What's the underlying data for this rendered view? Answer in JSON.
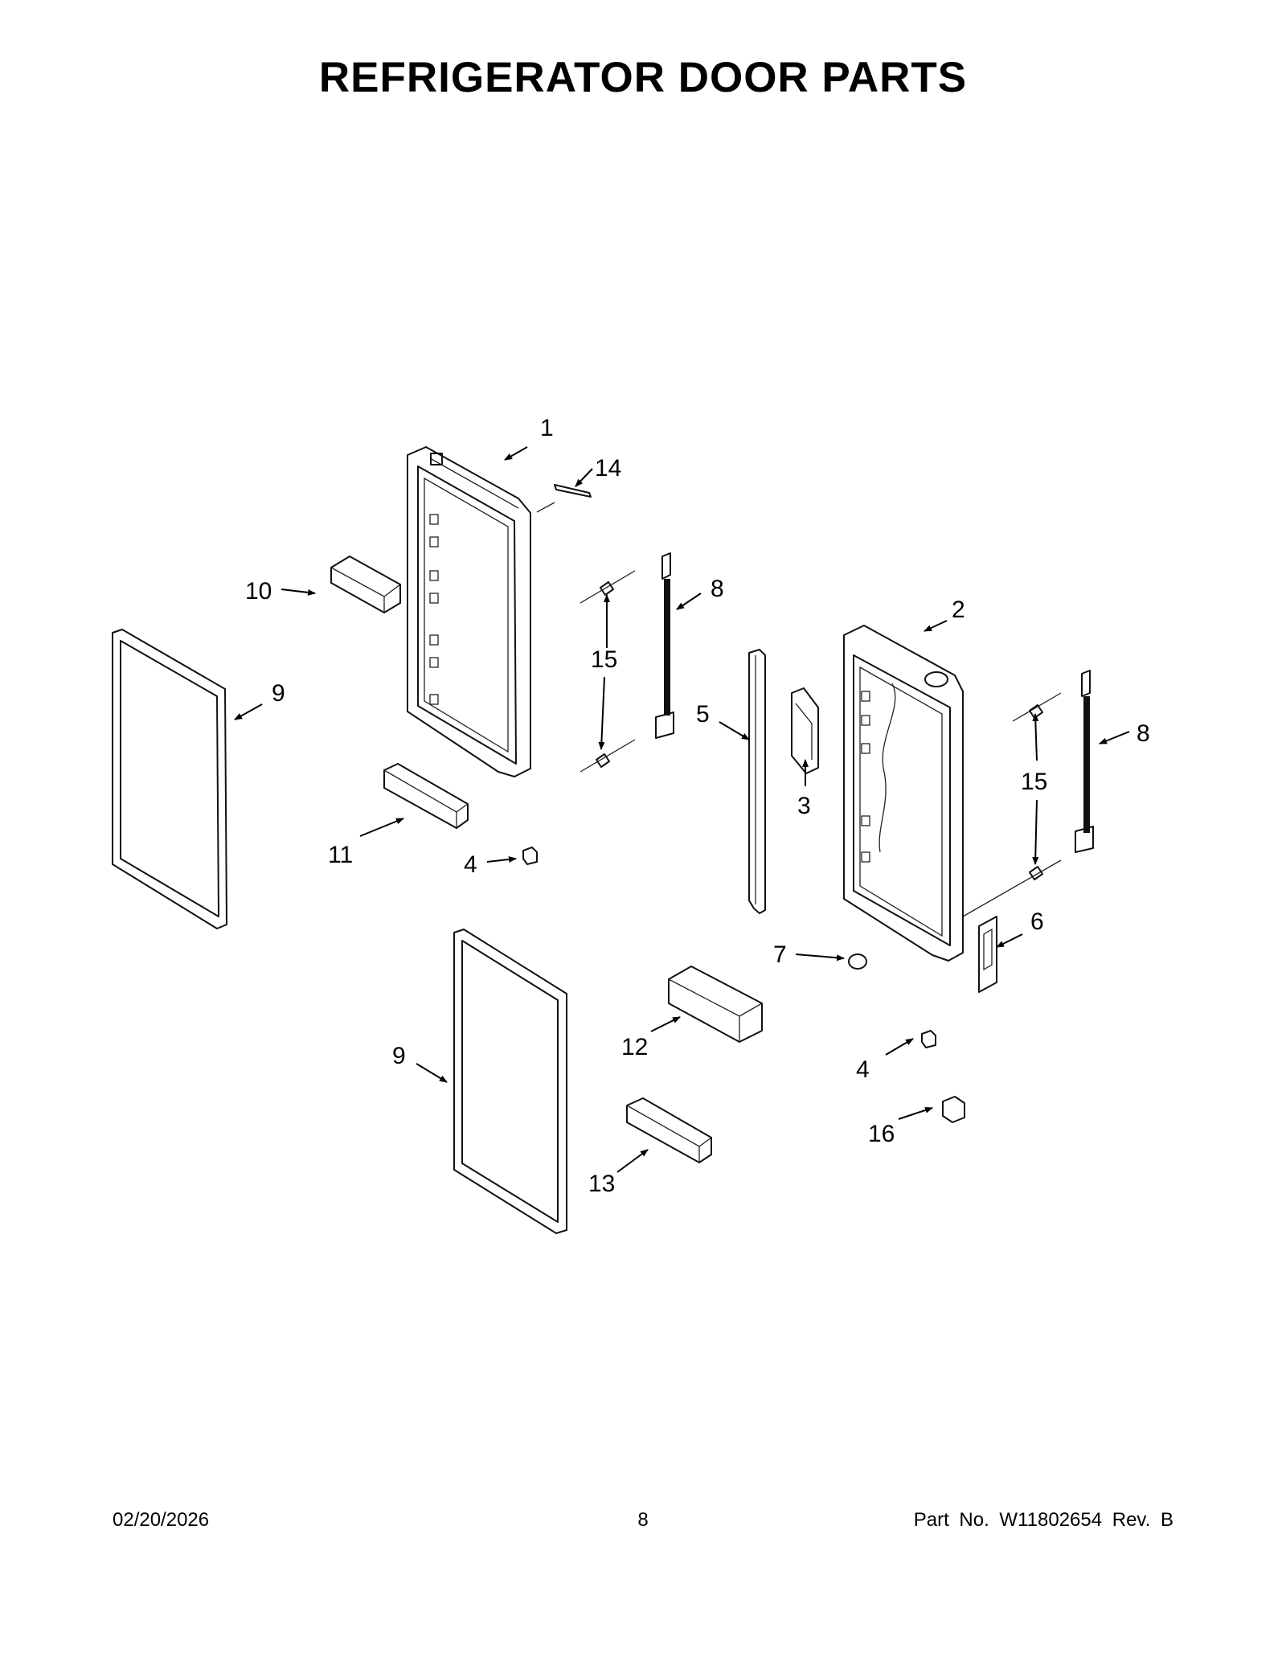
{
  "title": "REFRIGERATOR DOOR PARTS",
  "footer": {
    "date": "02/20/2026",
    "page": "8",
    "part": "Part No.  W11802654  Rev.  B"
  },
  "callouts": [
    "1",
    "2",
    "3",
    "4",
    "4",
    "5",
    "6",
    "7",
    "8",
    "8",
    "9",
    "9",
    "10",
    "11",
    "12",
    "13",
    "14",
    "15",
    "15",
    "16"
  ]
}
